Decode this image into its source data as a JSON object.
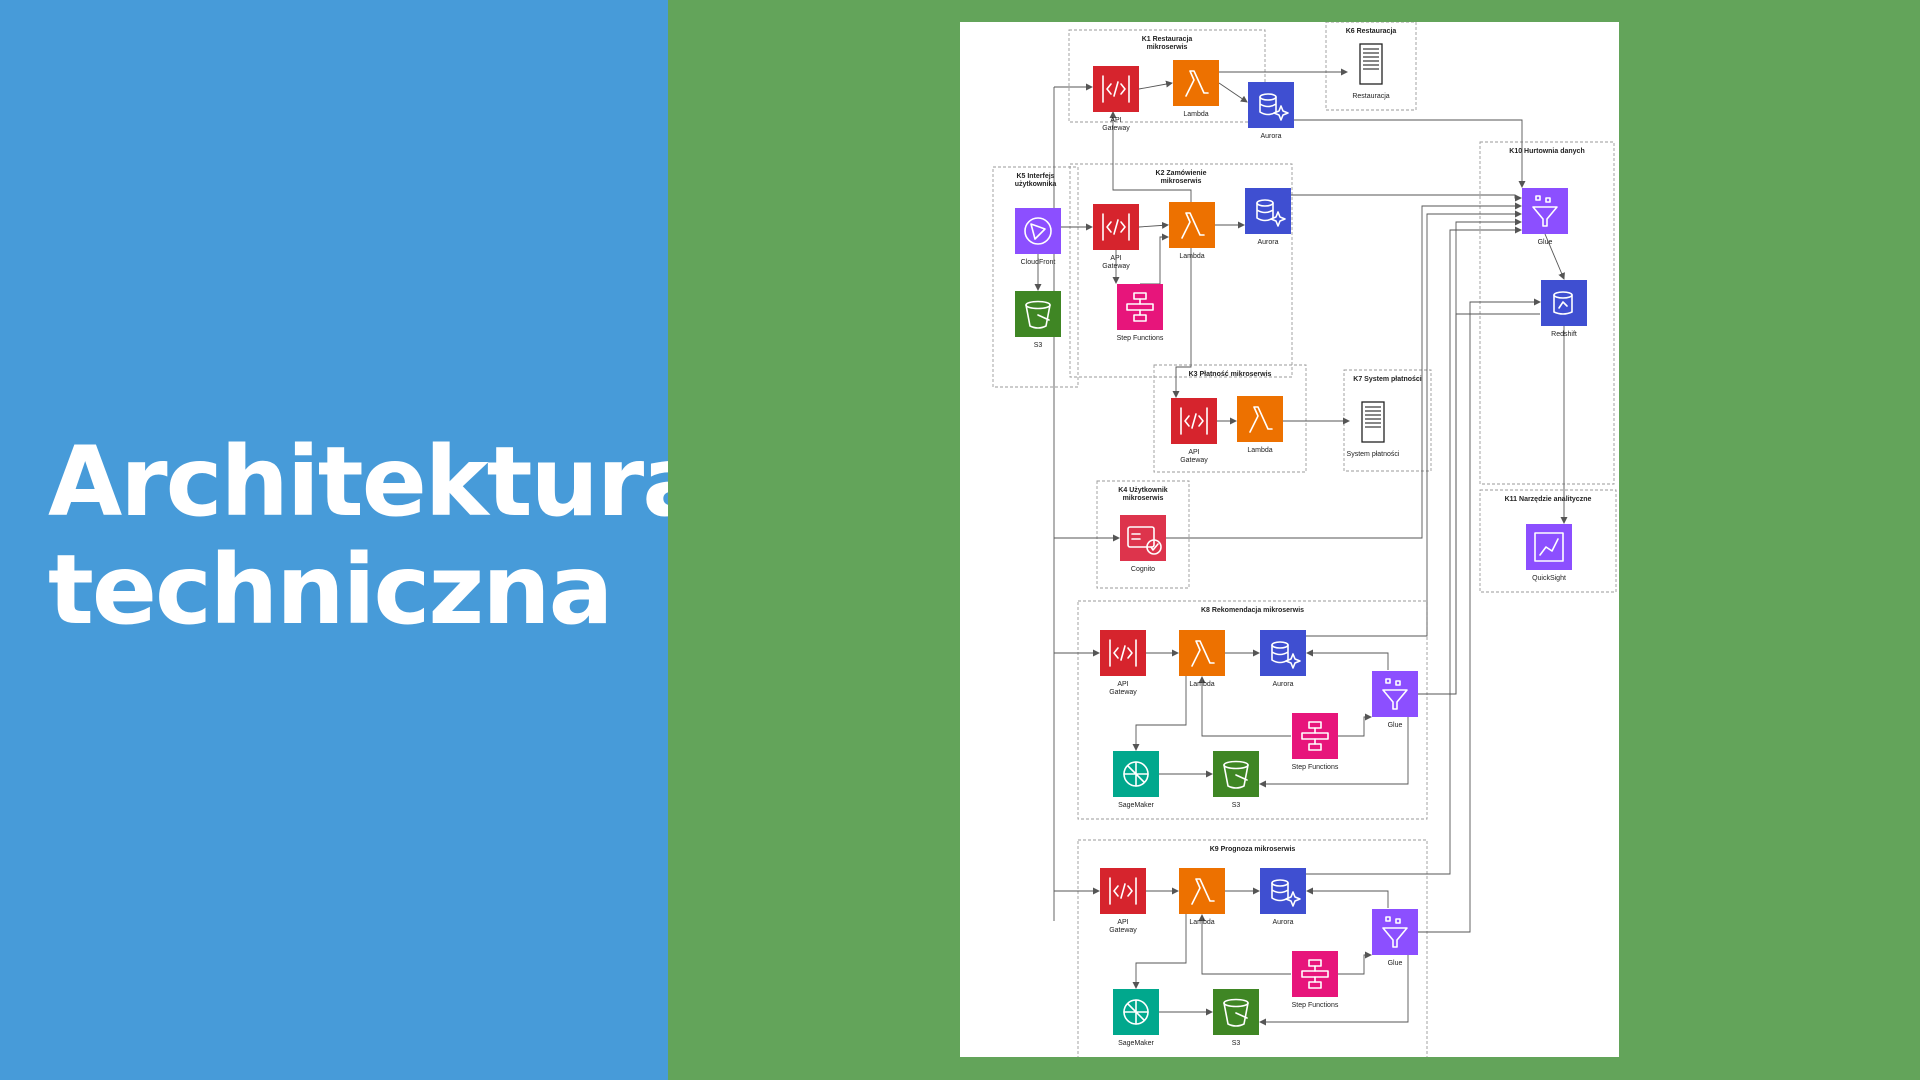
{
  "slide": {
    "title_line1": "Architektura",
    "title_line2": "techniczna"
  },
  "colors": {
    "left_panel": "#479bd9",
    "right_panel": "#63a45a",
    "networking": "#d6242d",
    "compute": "#ed7100",
    "database": "#3f4fd1",
    "analytics": "#8c4fff",
    "storage": "#3f8624",
    "integration": "#e7157b",
    "ml": "#01a88d",
    "security": "#dd344c"
  },
  "groups": {
    "k1": [
      "K1 Restauracja",
      "mikroserwis"
    ],
    "k6": [
      "K6 Restauracja"
    ],
    "k5": [
      "K5 Interfejs",
      "użytkownika"
    ],
    "k2": [
      "K2 Zamówienie",
      "mikroserwis"
    ],
    "k10": [
      "K10 Hurtownia danych"
    ],
    "k3": [
      "K3 Płatność mikroserwis"
    ],
    "k7": [
      "K7 System płatności"
    ],
    "k4": [
      "K4 Użytkownik",
      "mikroserwis"
    ],
    "k11": [
      "K11 Narzędzie analityczne"
    ],
    "k8": [
      "K8 Rekomendacja mikroserwis"
    ],
    "k9": [
      "K9 Prognoza mikroserwis"
    ]
  },
  "nodes": {
    "k1_api": [
      "API",
      "Gateway"
    ],
    "k1_lambda": [
      "Lambda"
    ],
    "k1_aurora": [
      "Aurora"
    ],
    "k6_server": [
      "Restauracja"
    ],
    "k5_cloudfront": [
      "CloudFront"
    ],
    "k5_s3": [
      "S3"
    ],
    "k2_api": [
      "API",
      "Gateway"
    ],
    "k2_lambda": [
      "Lambda"
    ],
    "k2_aurora": [
      "Aurora"
    ],
    "k2_step": [
      "Step Functions"
    ],
    "k3_api": [
      "API",
      "Gateway"
    ],
    "k3_lambda": [
      "Lambda"
    ],
    "k7_server": [
      "System płatności"
    ],
    "k4_cognito": [
      "Cognito"
    ],
    "k10_glue": [
      "Glue"
    ],
    "k10_redshift": [
      "Redshift"
    ],
    "k11_quicksight": [
      "QuickSight"
    ],
    "k8_api": [
      "API",
      "Gateway"
    ],
    "k8_lambda": [
      "Lambda"
    ],
    "k8_aurora": [
      "Aurora"
    ],
    "k8_glue": [
      "Glue"
    ],
    "k8_step": [
      "Step Functions"
    ],
    "k8_sagemaker": [
      "SageMaker"
    ],
    "k8_s3": [
      "S3"
    ],
    "k9_api": [
      "API",
      "Gateway"
    ],
    "k9_lambda": [
      "Lambda"
    ],
    "k9_aurora": [
      "Aurora"
    ],
    "k9_glue": [
      "Glue"
    ],
    "k9_step": [
      "Step Functions"
    ],
    "k9_sagemaker": [
      "SageMaker"
    ],
    "k9_s3": [
      "S3"
    ]
  }
}
